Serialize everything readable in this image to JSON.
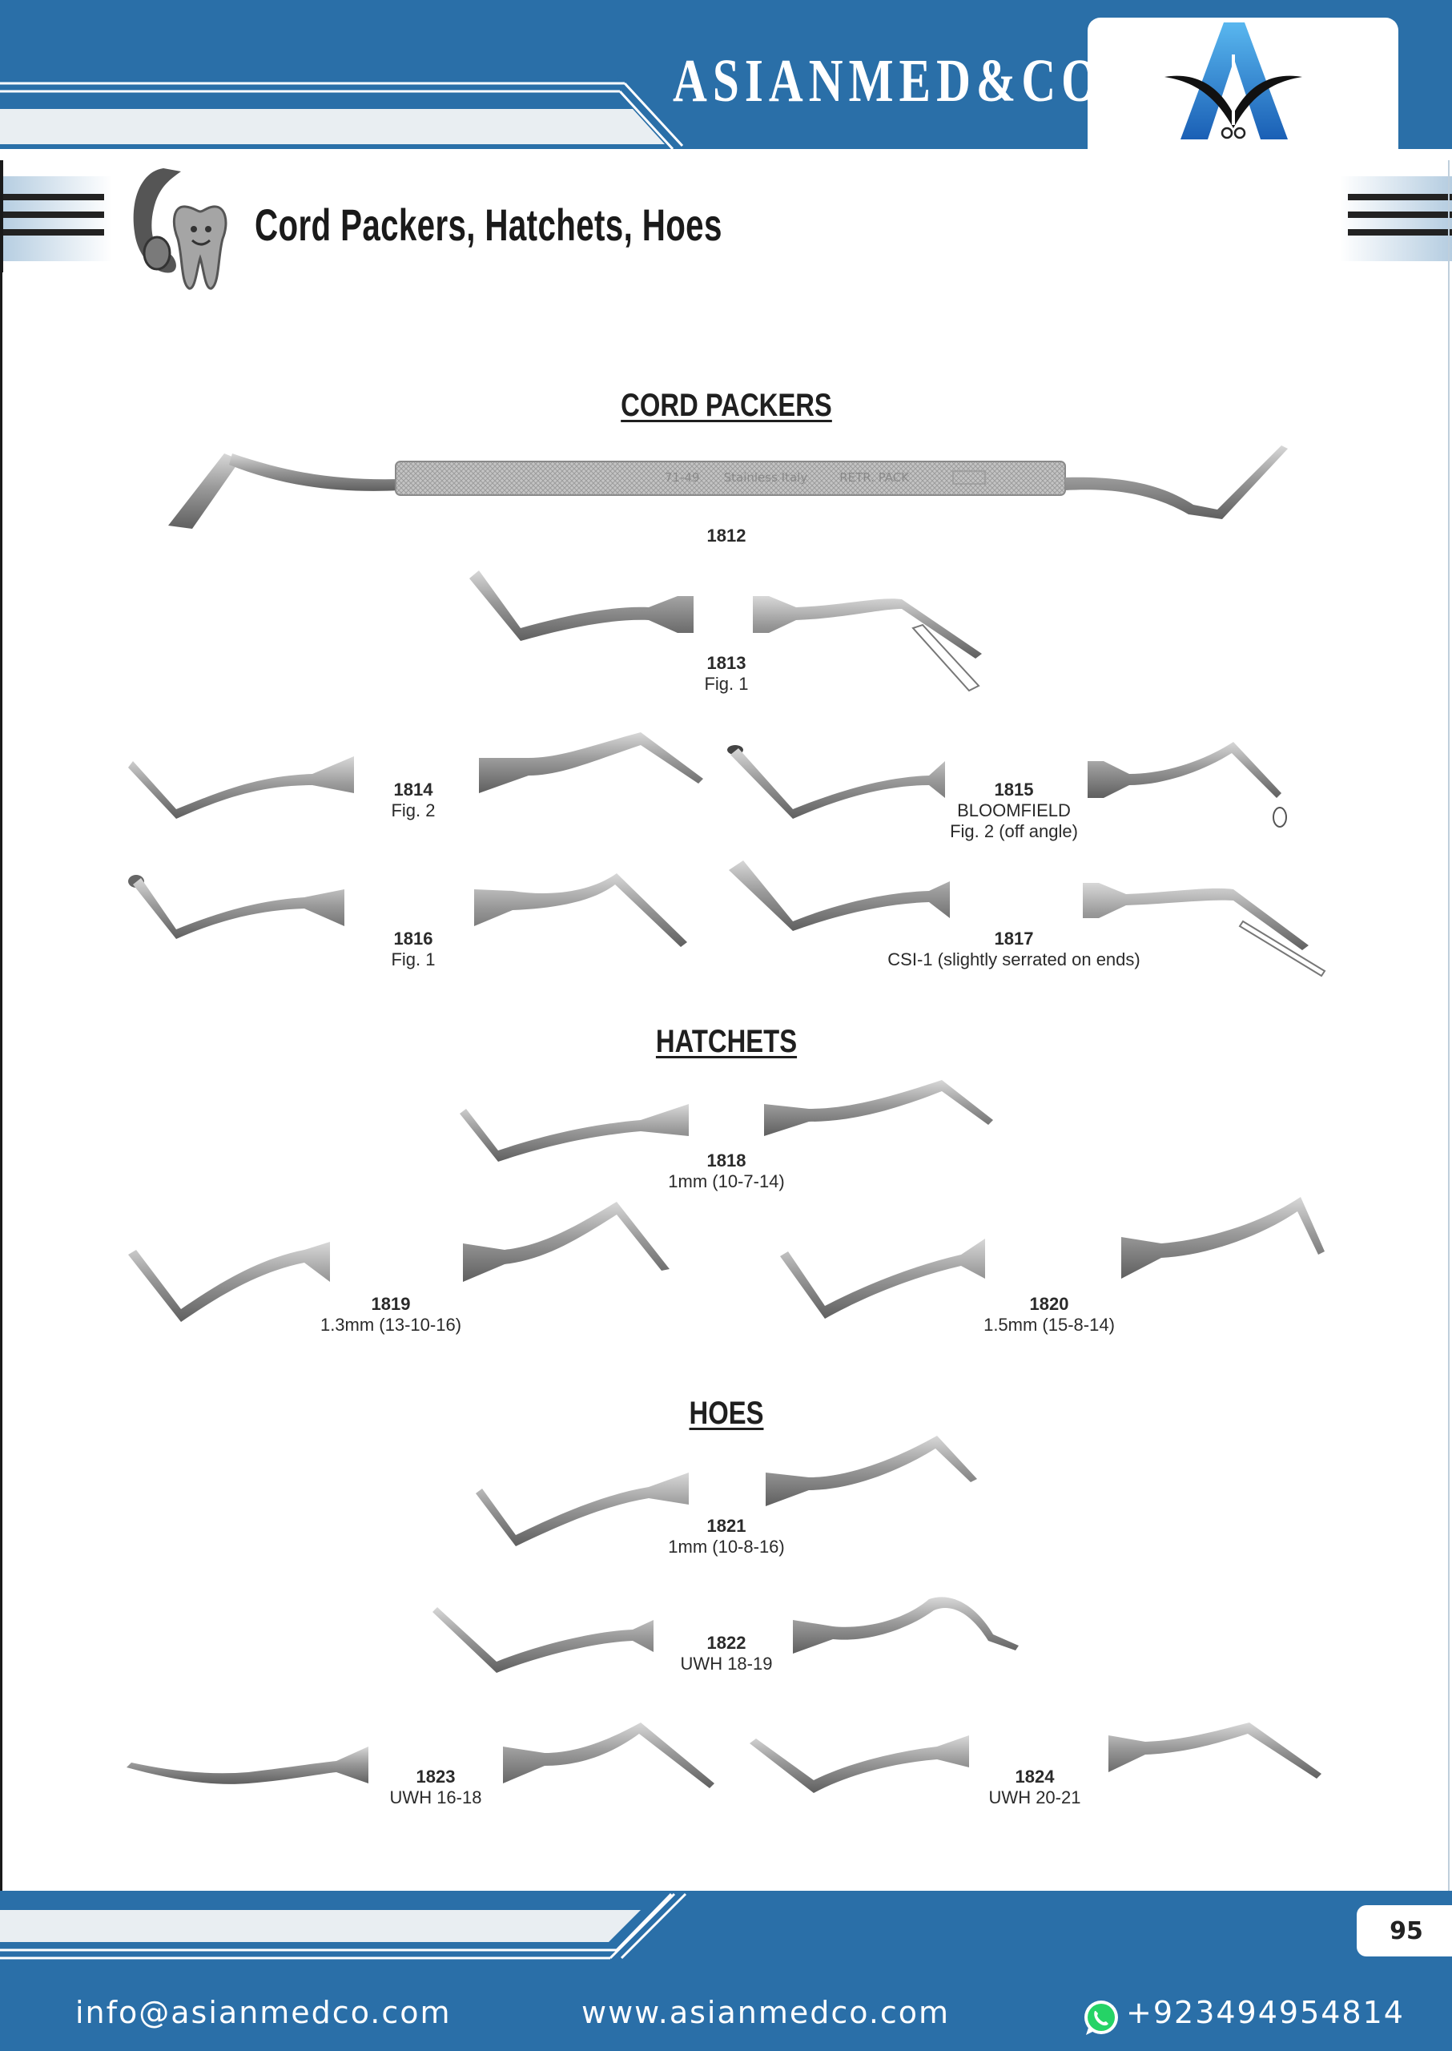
{
  "header": {
    "brand": "ASIANMED&CO",
    "colors": {
      "brand_blue": "#2a6fa8",
      "band_light": "#e9eef2",
      "white": "#ffffff"
    }
  },
  "page_title": "Cord Packers, Hatchets, Hoes",
  "sections": {
    "cord_packers": {
      "heading": "CORD PACKERS",
      "instrument_stamp": [
        "71-49",
        "Stainless Italy",
        "RETR. PACK"
      ],
      "items": [
        {
          "code": "1812",
          "desc": ""
        },
        {
          "code": "1813",
          "desc": "Fig. 1"
        },
        {
          "code": "1814",
          "desc": "Fig. 2"
        },
        {
          "code": "1815",
          "desc": "BLOOMFIELD",
          "desc2": "Fig. 2 (off angle)"
        },
        {
          "code": "1816",
          "desc": "Fig. 1"
        },
        {
          "code": "1817",
          "desc": "CSI-1 (slightly serrated on ends)"
        }
      ]
    },
    "hatchets": {
      "heading": "HATCHETS",
      "items": [
        {
          "code": "1818",
          "desc": "1mm (10-7-14)"
        },
        {
          "code": "1819",
          "desc": "1.3mm (13-10-16)"
        },
        {
          "code": "1820",
          "desc": "1.5mm (15-8-14)"
        }
      ]
    },
    "hoes": {
      "heading": "HOES",
      "items": [
        {
          "code": "1821",
          "desc": "1mm (10-8-16)"
        },
        {
          "code": "1822",
          "desc": "UWH 18-19"
        },
        {
          "code": "1823",
          "desc": "UWH 16-18"
        },
        {
          "code": "1824",
          "desc": "UWH 20-21"
        }
      ]
    }
  },
  "footer": {
    "email": "info@asianmedco.com",
    "website": "www.asianmedco.com",
    "phone": "+923494954814",
    "page_number": "95"
  },
  "icons": [
    "tooth-mascot-icon",
    "brand-logo-icon",
    "whatsapp-icon"
  ]
}
